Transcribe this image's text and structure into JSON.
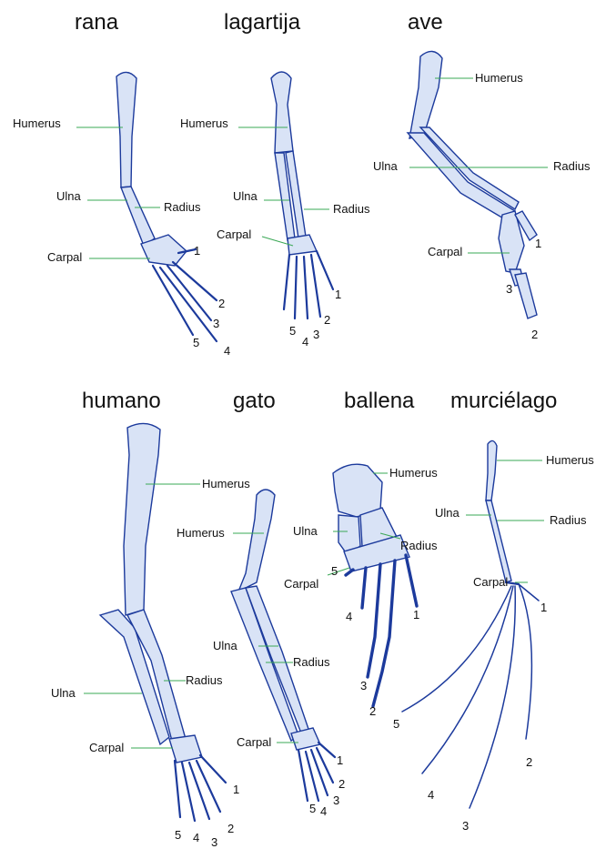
{
  "titles": {
    "frog": "rana",
    "lizard": "lagartija",
    "bird": "ave",
    "human": "humano",
    "cat": "gato",
    "whale": "ballena",
    "bat": "murciélago"
  },
  "labels": {
    "humerus": "Humerus",
    "ulna": "Ulna",
    "radius": "Radius",
    "carpal": "Carpal"
  },
  "digits": [
    "1",
    "2",
    "3",
    "4",
    "5"
  ],
  "colors": {
    "bone_fill": "#d9e3f6",
    "bone_stroke": "#1c3a9c",
    "leader": "#3aa855"
  }
}
